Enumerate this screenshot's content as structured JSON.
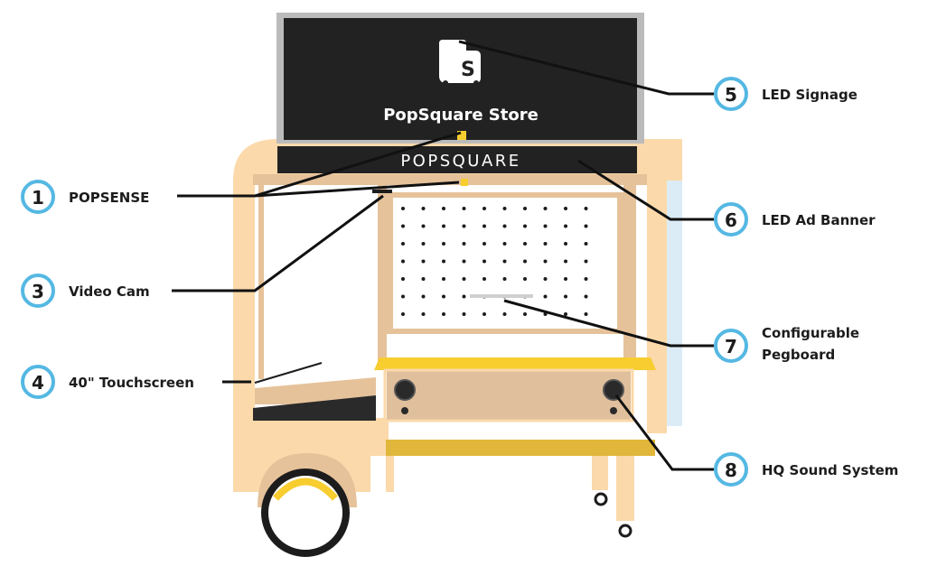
{
  "sign": {
    "title": "PopSquare Store",
    "logo_icon": "popsquare-s-logo-icon"
  },
  "banner": {
    "text": "POPSQUARE"
  },
  "colors": {
    "wood": "#fbd9aa",
    "wood_dark": "#e6c29a",
    "board": "#222222",
    "callout_ring": "#55b8e3",
    "counter_yellow": "#f7cd2f",
    "counter_front": "#e0bf9c",
    "glass": "#dcecf6"
  },
  "callouts": [
    {
      "num": "1",
      "label": "POPSENSE"
    },
    {
      "num": "3",
      "label": "Video Cam"
    },
    {
      "num": "4",
      "label": "40\" Touchscreen"
    },
    {
      "num": "5",
      "label": "LED Signage"
    },
    {
      "num": "6",
      "label": "LED Ad Banner"
    },
    {
      "num": "7",
      "label": "Configurable",
      "label2": "Pegboard"
    },
    {
      "num": "8",
      "label": "HQ Sound System"
    }
  ]
}
